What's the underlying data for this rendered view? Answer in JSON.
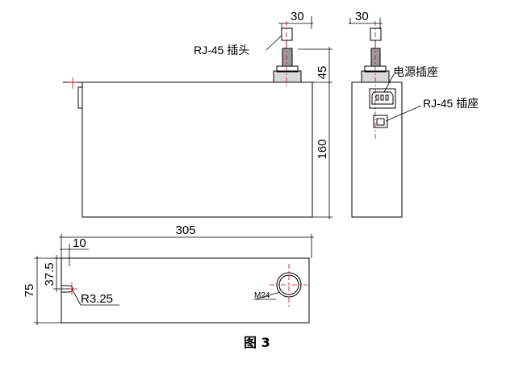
{
  "dimensions": {
    "plug_width_front": "30",
    "plug_width_side": "30",
    "plug_height": "45",
    "body_height": "160",
    "body_length": "305",
    "hole_offset": "10",
    "half_depth": "37.5",
    "depth": "75",
    "slot_radius": "R3.25",
    "thread": "M24"
  },
  "labels": {
    "rj45_plug": "RJ-45 插头",
    "power_socket": "电源插座",
    "rj45_socket": "RJ-45 插座"
  },
  "caption": "图 3"
}
